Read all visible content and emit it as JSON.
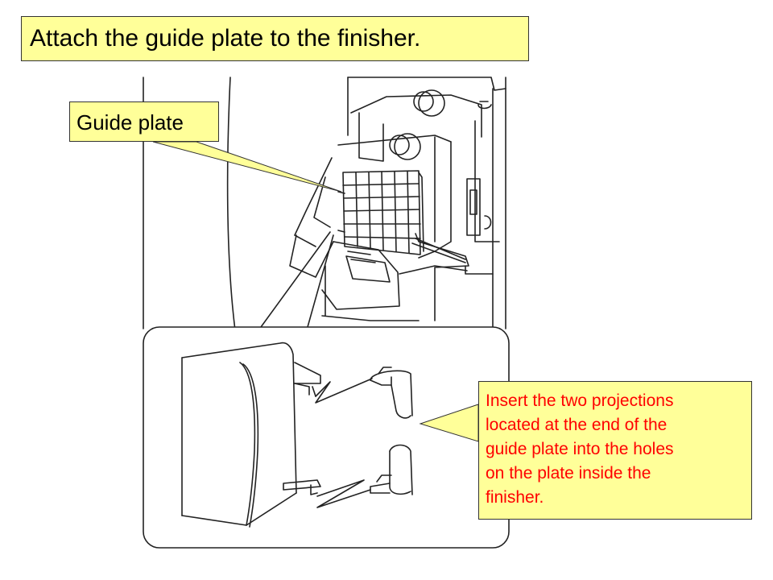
{
  "title": "Attach the guide plate to the finisher.",
  "guide_label": "Guide plate",
  "instruction_lines": [
    "Insert the two projections",
    "located at the end of the",
    "guide plate into the holes",
    "on the plate inside the",
    "finisher."
  ],
  "colors": {
    "callout_fill": "#ffff99",
    "instruction_text": "#ff0000",
    "line_art": "#222222"
  }
}
